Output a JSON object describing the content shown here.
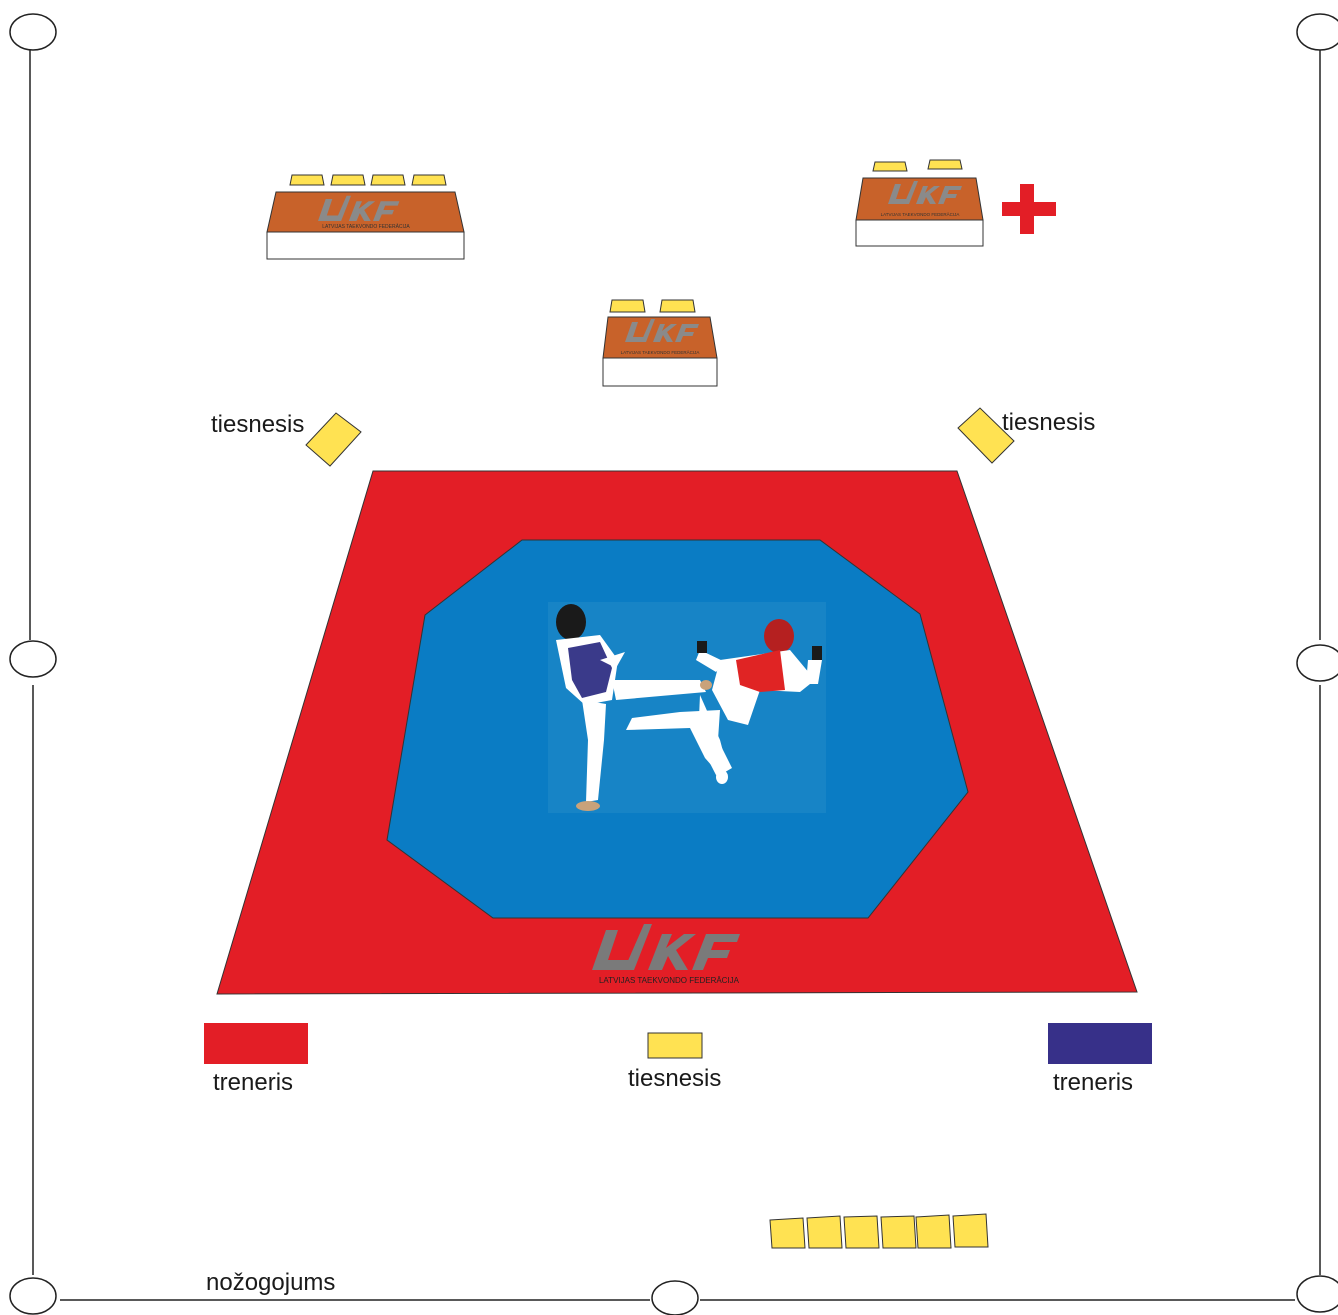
{
  "labels": {
    "judge_left": "tiesnesis",
    "judge_right": "tiesnesis",
    "judge_center": "tiesnesis",
    "coach_red": "treneris",
    "coach_blue": "treneris",
    "fence": "nožogojums"
  },
  "logo": {
    "letters": "LTKF",
    "caption": "LATVIJAS TAEKVONDO FEDERĀCIJA"
  },
  "colors": {
    "mat_outer": "#e31e26",
    "mat_inner": "#0a7cc4",
    "judge_chair": "#ffe252",
    "coach_red": "#e31e26",
    "coach_blue": "#373089",
    "table_top": "#c8622a",
    "medical_cross": "#e31e26",
    "logo": "#7a7a7a"
  },
  "icons": {
    "fence_post": "circle",
    "medical": "red-cross-icon",
    "athletes": "kicking-athletes-image"
  }
}
